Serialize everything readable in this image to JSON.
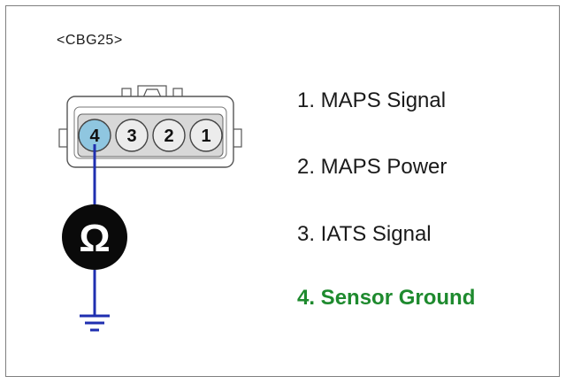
{
  "connector": {
    "code": "<CBG25>",
    "pins": [
      {
        "number": "4",
        "highlighted": true
      },
      {
        "number": "3",
        "highlighted": false
      },
      {
        "number": "2",
        "highlighted": false
      },
      {
        "number": "1",
        "highlighted": false
      }
    ]
  },
  "meter": {
    "symbol": "Ω"
  },
  "pin_labels": [
    {
      "text": "1. MAPS Signal"
    },
    {
      "text": "2. MAPS Power"
    },
    {
      "text": "3. IATS Signal"
    },
    {
      "text": "4. Sensor Ground"
    }
  ],
  "colors": {
    "wire": "#1f2fb0",
    "highlight_pin": "#8fc6e0",
    "pin_fill": "#ececec",
    "meter_fill": "#0a0a0a",
    "active_label": "#1e8a2e",
    "label": "#1a1a1a"
  }
}
